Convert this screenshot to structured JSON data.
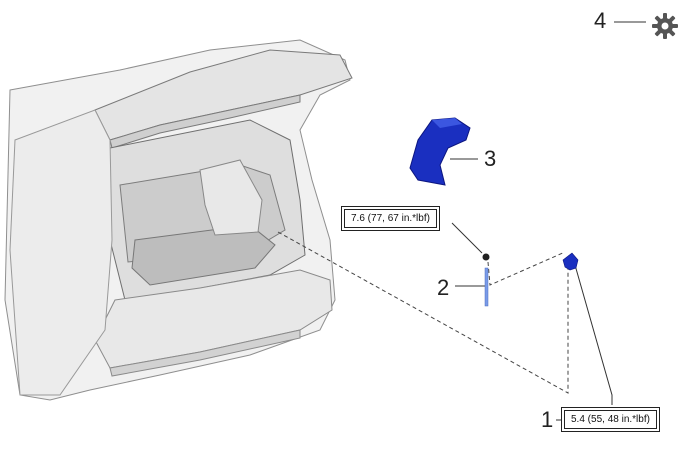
{
  "callouts": {
    "c1": "1",
    "c2": "2",
    "c3": "3",
    "c4": "4"
  },
  "torque": {
    "t1": "7.6 (77, 67 in.*lbf)",
    "t2": "5.4 (55, 48 in.*lbf)"
  },
  "icons": {
    "settings": "gear-icon"
  },
  "colors": {
    "part_blue": "#1a2fc0",
    "line": "#333333",
    "vehicle_gray": "#9a9a9a"
  }
}
